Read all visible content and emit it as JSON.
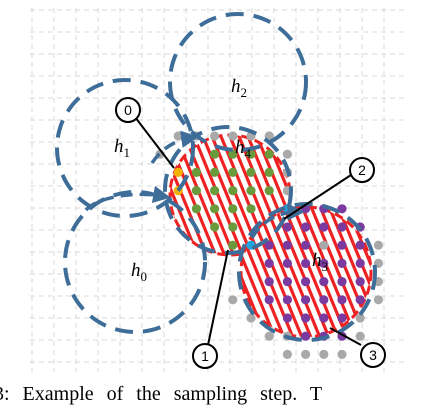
{
  "labels": {
    "h0": {
      "base": "h",
      "sub": "0"
    },
    "h1": {
      "base": "h",
      "sub": "1"
    },
    "h2": {
      "base": "h",
      "sub": "2"
    },
    "h3": {
      "base": "h",
      "sub": "3"
    },
    "h4": {
      "base": "h",
      "sub": "4"
    }
  },
  "callouts": [
    "0",
    "1",
    "2",
    "3"
  ],
  "caption": "3:  Example of the sampling step.  T",
  "colors": {
    "grid": "#d9d9d9",
    "dashed_circle": "#3d6d98",
    "red_circle": "#ee2222",
    "gray_dot": "#a9a9a9",
    "orange_dot": "#f4b000",
    "green_dot": "#6a9a3c",
    "blue_dot": "#1fa6e0",
    "purple_dot": "#7a3aa0"
  }
}
